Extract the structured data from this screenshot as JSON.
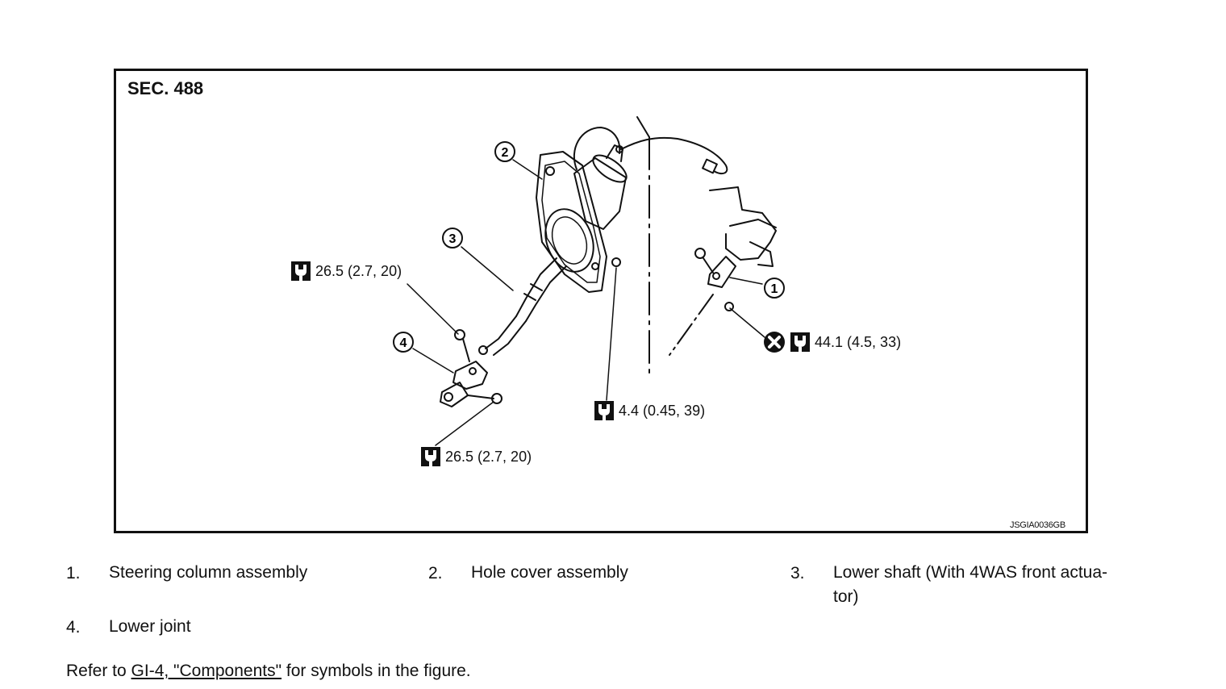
{
  "figure": {
    "section": "SEC. 488",
    "figure_id": "JSGIA0036GB",
    "callouts": [
      "1",
      "2",
      "3",
      "4"
    ],
    "torques": [
      {
        "value": "26.5 (2.7, 20)"
      },
      {
        "value": "44.1 (4.5, 33)"
      },
      {
        "value": "4.4 (0.45, 39)"
      },
      {
        "value": "26.5 (2.7, 20)"
      }
    ]
  },
  "legend": [
    {
      "num": "1.",
      "label": "Steering column assembly"
    },
    {
      "num": "2.",
      "label": "Hole cover assembly"
    },
    {
      "num": "3.",
      "label": "Lower shaft (With 4WAS front actua-",
      "label_cont": "tor)"
    },
    {
      "num": "4.",
      "label": "Lower joint"
    }
  ],
  "footer": {
    "prefix": "Refer to ",
    "link": "GI-4, \"Components\"",
    "suffix": " for symbols in the figure."
  }
}
